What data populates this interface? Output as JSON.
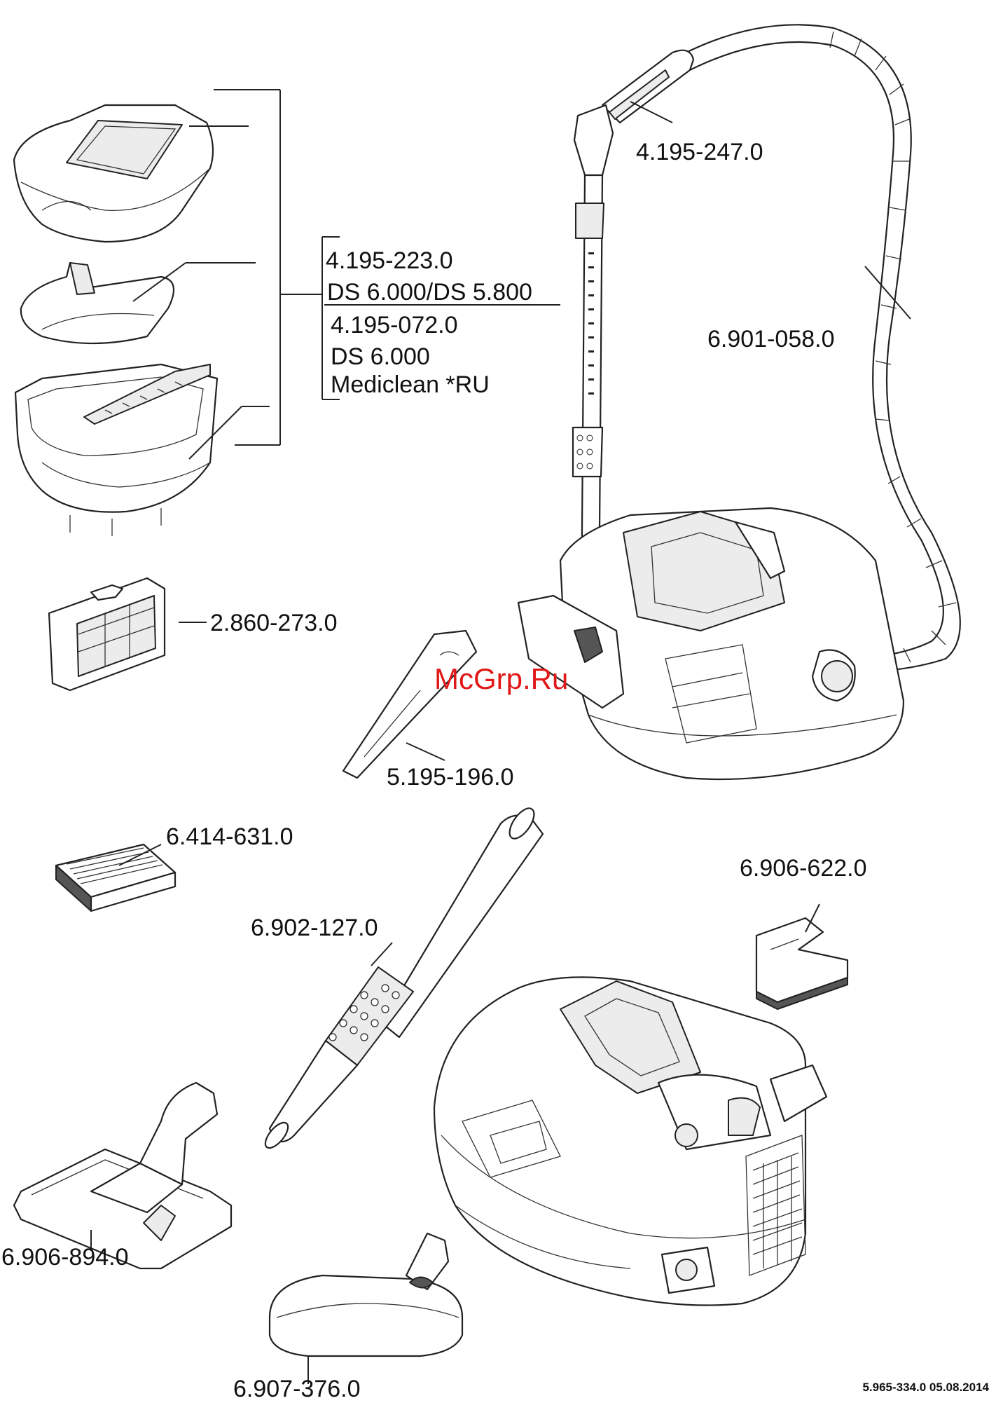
{
  "labels": {
    "handle": "4.195-247.0",
    "container_group_line1": "4.195-223.0",
    "container_group_line2": "DS 6.000/DS 5.800",
    "container_alt_line1": "4.195-072.0",
    "container_alt_line2": "DS 6.000",
    "container_alt_line3": "Mediclean *RU",
    "hose": "6.901-058.0",
    "hepa_filter": "2.860-273.0",
    "crevice_nozzle": "5.195-196.0",
    "small_filter": "6.414-631.0",
    "upholstery_nozzle": "6.906-622.0",
    "suction_tube": "6.902-127.0",
    "floor_nozzle": "6.906-894.0",
    "turbo_nozzle": "6.907-376.0"
  },
  "footer": {
    "document_code": "5.965-334.0  05.08.2014"
  },
  "watermark": "McGrp.Ru",
  "colors": {
    "line": "#222222",
    "watermark": "#e01818"
  }
}
